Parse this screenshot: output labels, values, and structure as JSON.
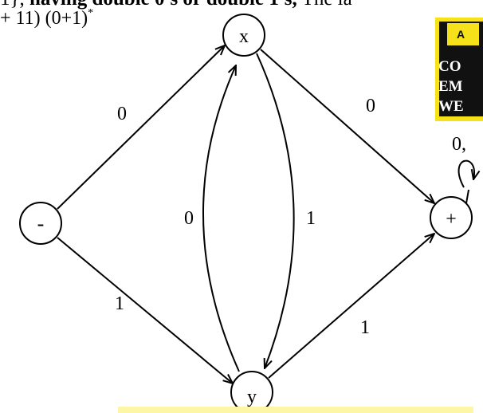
{
  "page_text": {
    "header_plain_start": "1}, ",
    "header_bold": "having double 0's or double 1's,",
    "header_plain_end": " The la",
    "regex": "+ 11) (0+1)",
    "regex_star": "*"
  },
  "badge": {
    "top": "A",
    "lines": [
      "CO",
      "EM",
      "WE"
    ]
  },
  "diagram": {
    "nodes": {
      "minus": "-",
      "x": "x",
      "y": "y",
      "plus": "+"
    },
    "edges": {
      "minus_to_x": "0",
      "minus_to_y": "1",
      "x_to_plus": "0",
      "y_to_plus": "1",
      "y_to_x": "0",
      "x_to_y": "1",
      "plus_loop": "0,"
    }
  },
  "colors": {
    "stroke": "#000000",
    "badge_yellow": "#f6e21a",
    "badge_black": "#111111"
  }
}
